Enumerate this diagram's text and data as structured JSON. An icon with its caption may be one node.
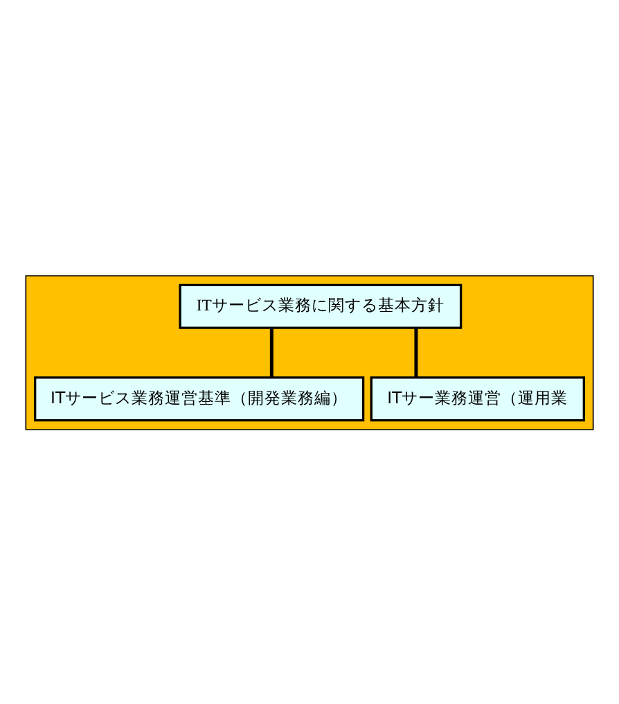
{
  "diagram": {
    "nodes": [
      {
        "text": [],
        "shape": "box"
      },
      {
        "text": [
          "ITサービス業務に関する基本方針"
        ],
        "in": 0
      },
      {
        "text": [
          "ITサービス業務運営基準（開発業務編）"
        ],
        "in": 0
      },
      {
        "text": [
          "ITサー業務運営（運用業"
        ],
        "in": 0
      }
    ],
    "edges": [
      {
        "from": 1,
        "to": 2,
        "arrow": "none"
      },
      {
        "from": 1,
        "to": 3,
        "arrow": "none"
      }
    ]
  }
}
